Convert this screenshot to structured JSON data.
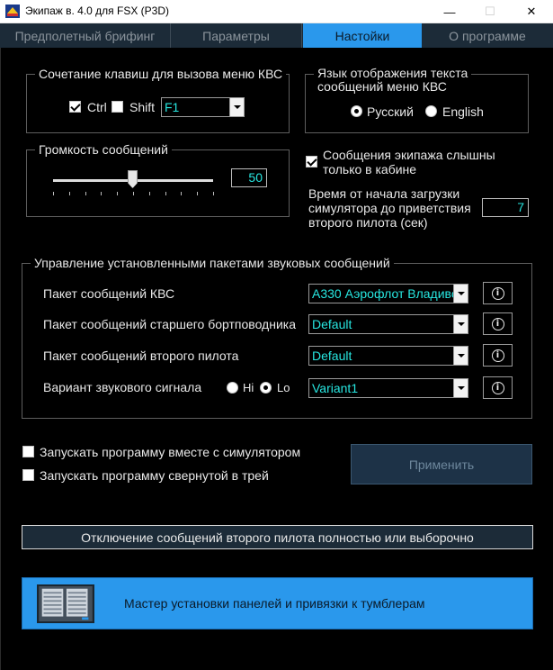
{
  "window": {
    "title": "Экипаж в. 4.0 для FSX (P3D)",
    "minimize": "—",
    "maximize": "☐",
    "close": "✕"
  },
  "tabs": [
    {
      "label": "Предполетный брифинг",
      "active": false
    },
    {
      "label": "Параметры",
      "active": false
    },
    {
      "label": "Настойки",
      "active": true
    },
    {
      "label": "О программе",
      "active": false
    }
  ],
  "hotkey": {
    "legend": "Сочетание клавиш для вызова меню КВС",
    "ctrl_label": "Ctrl",
    "ctrl_checked": true,
    "shift_label": "Shift",
    "shift_checked": false,
    "key_value": "F1"
  },
  "language": {
    "legend_line1": "Язык отображения текста",
    "legend_line2": "сообщений меню КВС",
    "russian_label": "Русский",
    "english_label": "English",
    "selected": "Русский"
  },
  "volume": {
    "legend": "Громкость сообщений",
    "value": "50",
    "min": 0,
    "max": 100
  },
  "cabin_only": {
    "line1": "Сообщения экипажа слышны",
    "line2": "только в кабине",
    "checked": true
  },
  "greeting_delay": {
    "line1": "Время от начала загрузки",
    "line2": "симулятора до приветствия",
    "line3": "второго пилота (сек)",
    "value": "7"
  },
  "packages": {
    "legend": "Управление установленными пакетами звуковых сообщений",
    "captain_label": "Пакет сообщений КВС",
    "captain_value": "А330 Аэрофлот Владиво",
    "purser_label": "Пакет сообщений старшего бортповодника",
    "purser_value": "Default",
    "copilot_label": "Пакет сообщений второго пилота",
    "copilot_value": "Default",
    "signal_label": "Вариант звукового сигнала",
    "hi_label": "Hi",
    "lo_label": "Lo",
    "signal_selected": "Lo",
    "signal_value": "Variant1",
    "info_glyph": "i"
  },
  "startup": {
    "with_sim_label": "Запускать программу вместе с симулятором",
    "with_sim_checked": false,
    "minimized_label": "Запускать программу свернутой в трей",
    "minimized_checked": false
  },
  "buttons": {
    "apply": "Применить",
    "disable_copilot": "Отключение сообщений второго пилота полностью или выборочно",
    "wizard": "Мастер установки панелей и привязки к тумблерам"
  }
}
